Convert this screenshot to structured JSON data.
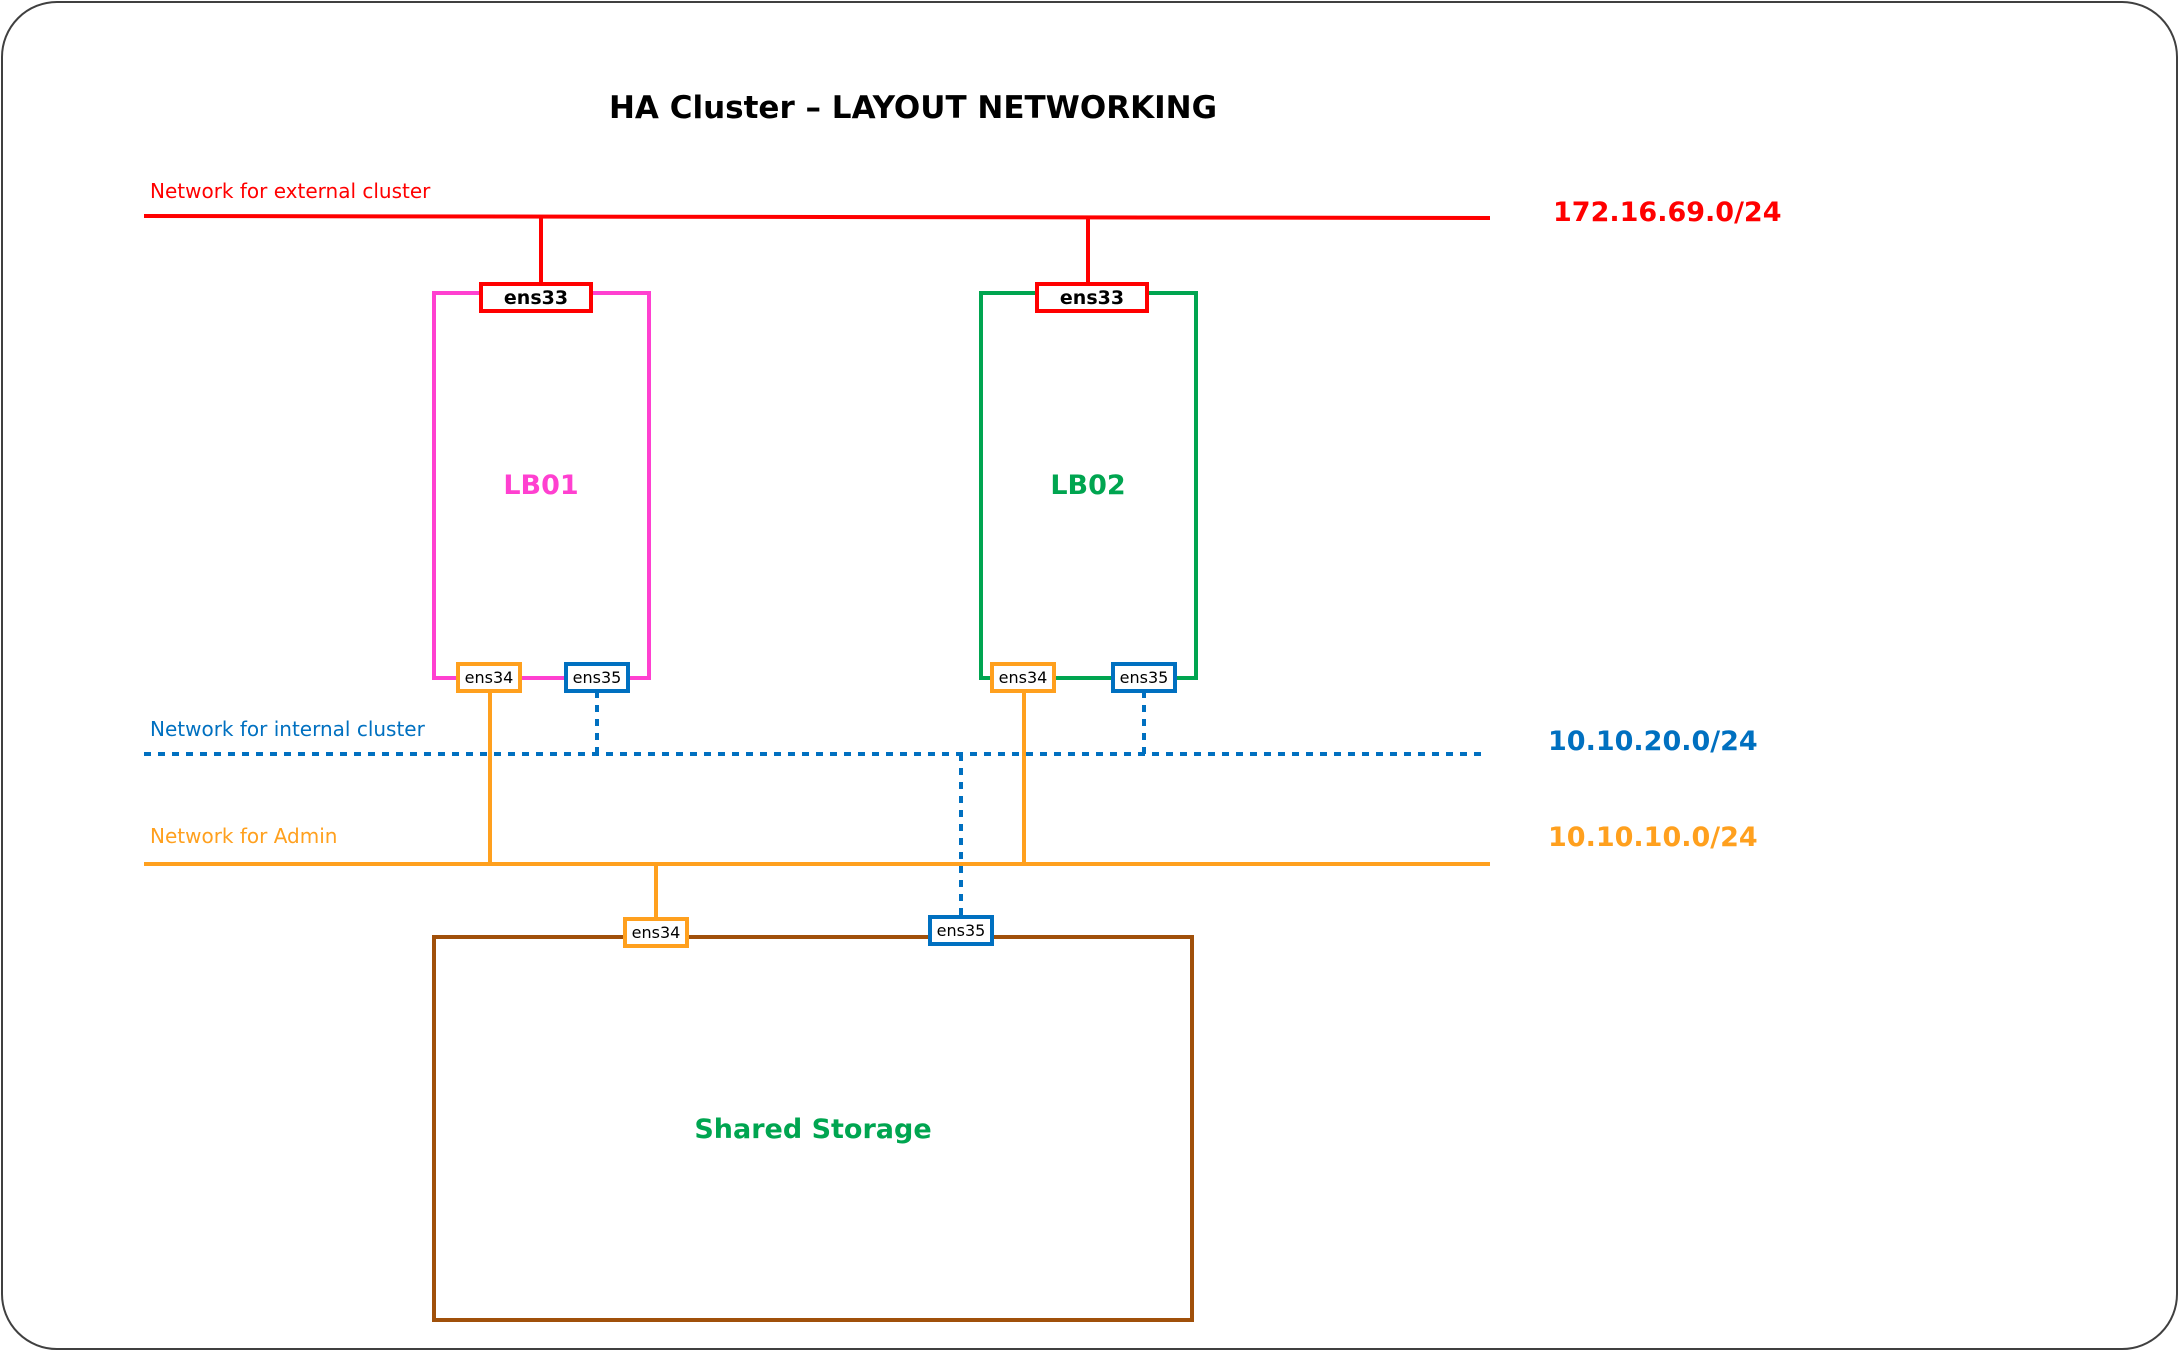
{
  "title": "HA Cluster – LAYOUT NETWORKING",
  "colors": {
    "external": "#ff0000",
    "internal": "#0070c0",
    "admin": "#ffa01e",
    "lb01": "#ff40d0",
    "lb02": "#00a550",
    "storage_border": "#a0500a",
    "storage_label": "#00a550",
    "frame": "#404040"
  },
  "networks": {
    "external": {
      "label": "Network for external cluster",
      "subnet": "172.16.69.0/24",
      "style": "solid"
    },
    "internal": {
      "label": "Network for internal cluster",
      "subnet": "10.10.20.0/24",
      "style": "dotted"
    },
    "admin": {
      "label": "Network for Admin",
      "subnet": "10.10.10.0/24",
      "style": "solid"
    }
  },
  "nodes": {
    "lb01": {
      "label": "LB01",
      "nics": {
        "external": "ens33",
        "admin": "ens34",
        "internal": "ens35"
      }
    },
    "lb02": {
      "label": "LB02",
      "nics": {
        "external": "ens33",
        "admin": "ens34",
        "internal": "ens35"
      }
    },
    "storage": {
      "label": "Shared Storage",
      "nics": {
        "admin": "ens34",
        "internal": "ens35"
      }
    }
  }
}
